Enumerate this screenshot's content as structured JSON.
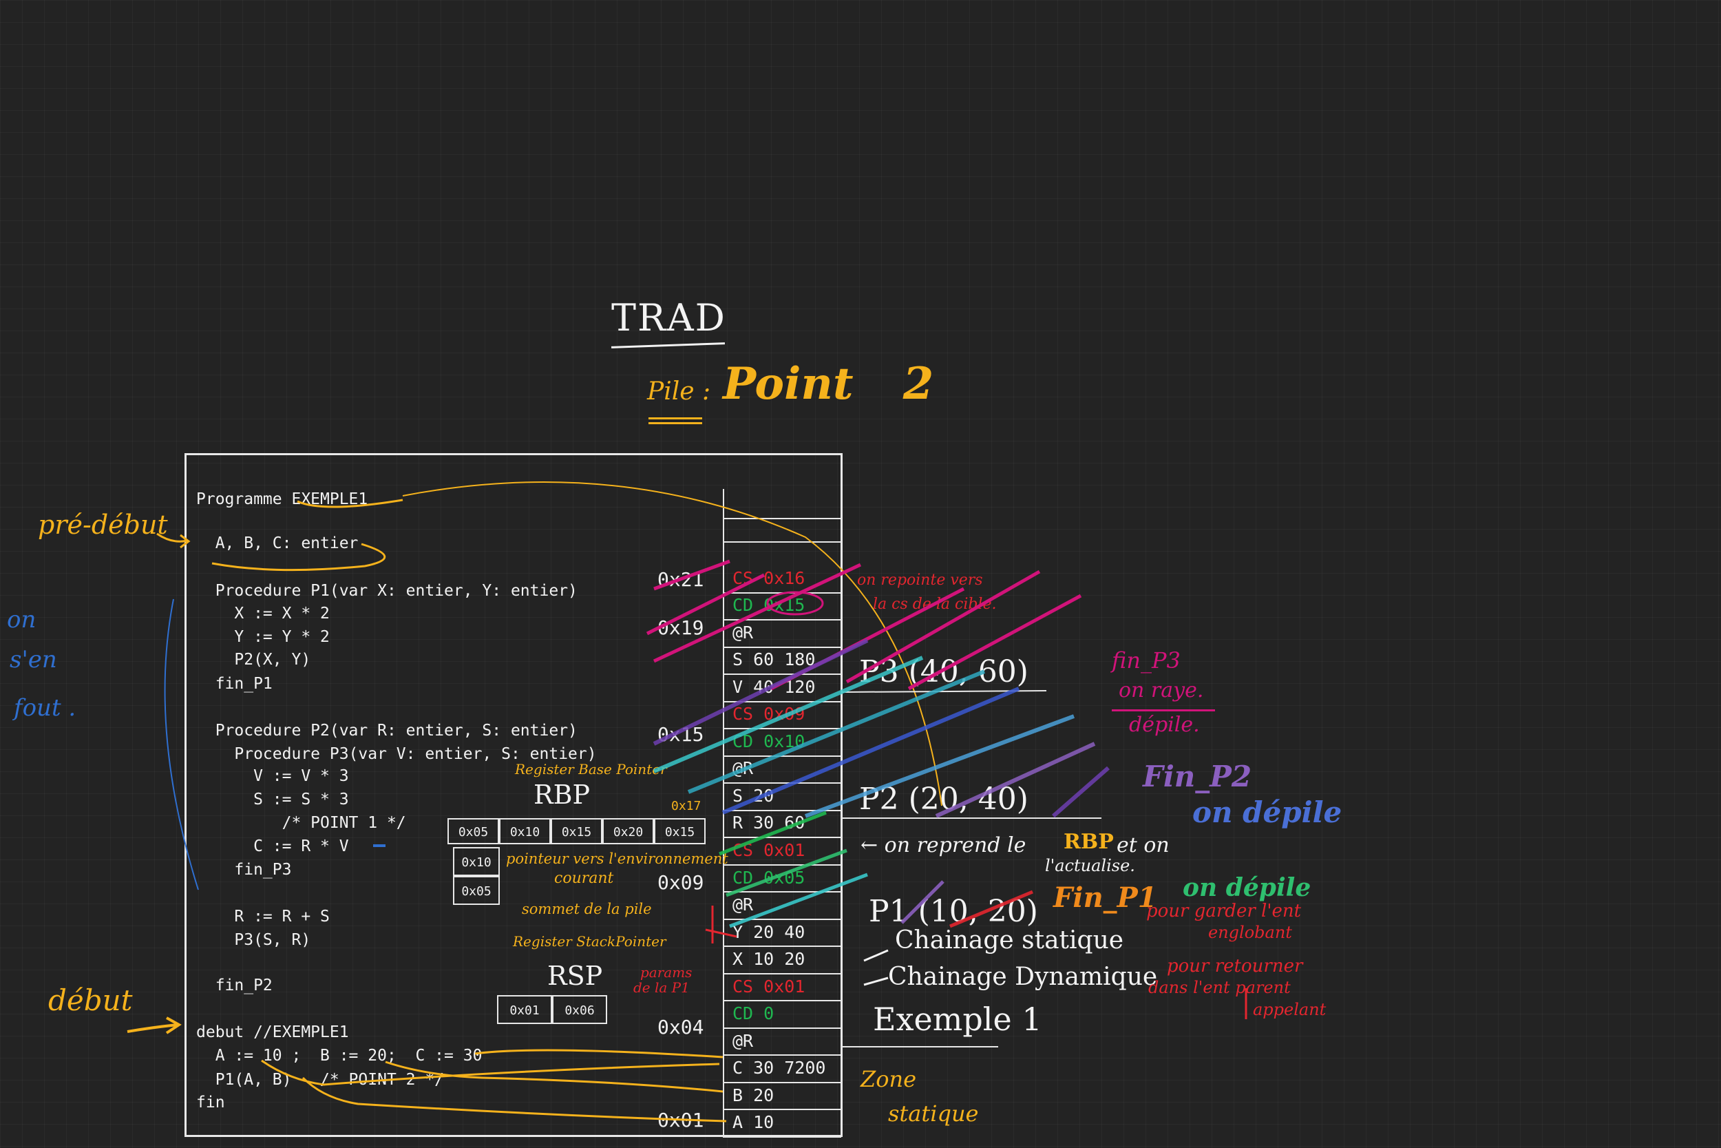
{
  "title": "TRAD",
  "subtitle": {
    "prefix": "Pile :",
    "main": "Point 2"
  },
  "code": [
    "Programme EXEMPLE1",
    "  A, B, C: entier",
    "  Procedure P1(var X: entier, Y: entier)",
    "    X := X * 2",
    "    Y := Y * 2",
    "    P2(X, Y)",
    "  fin_P1",
    "  Procedure P2(var R: entier, S: entier)",
    "    Procedure P3(var V: entier, S: entier)",
    "      V := V * 3",
    "      S := S * 3",
    "         /* POINT 1 */",
    "      C := R * V",
    "    fin_P3",
    "    R := R + S",
    "    P3(S, R)",
    "  fin_P2",
    "debut //EXEMPLE1",
    "  A := 10 ;  B := 20;  C := 30",
    "  P1(A, B)   /* POINT 2 */",
    "fin"
  ],
  "left_notes": {
    "pre_debut": "pré-début",
    "on_sen_fout": [
      "on",
      "s'en",
      "fout ."
    ],
    "debut": "début"
  },
  "stack": {
    "cells": [
      {
        "text": "CS  0x16"
      },
      {
        "text": "CD  0x15"
      },
      {
        "text": "@R"
      },
      {
        "text": "S  60 180"
      },
      {
        "text": "V  40  120"
      },
      {
        "text": "CS  0x09"
      },
      {
        "text": "CD  0x10"
      },
      {
        "text": "@R"
      },
      {
        "text": "S  20"
      },
      {
        "text": "R  30 60"
      },
      {
        "text": "CS  0x01"
      },
      {
        "text": "CD  0x05"
      },
      {
        "text": "@R"
      },
      {
        "text": "Y  20 40"
      },
      {
        "text": "X  10 20"
      },
      {
        "text": "CS  0x01"
      },
      {
        "text": "CD  0"
      },
      {
        "text": "@R"
      },
      {
        "text": "C  30  7200"
      },
      {
        "text": "B  20"
      },
      {
        "text": "A  10"
      }
    ],
    "addresses": [
      "0x21",
      "0x19",
      "0x15",
      "0x17",
      "0x09",
      "0x04",
      "0x01"
    ]
  },
  "frame_labels": {
    "p3": "P3 (40, 60)",
    "p2": "P2 (20, 40)",
    "p1": "P1 (10, 20)",
    "exemple": "Exemple 1",
    "chainage_statique": "Chainage  statique",
    "chainage_dynamique": "Chainage  Dynamique",
    "zone_statique": [
      "Zone",
      "statique"
    ]
  },
  "annotations": {
    "rbp_title": "Register Base Pointer",
    "rbp": "RBP",
    "rbp_cells": [
      "0x05",
      "0x10",
      "0x15",
      "0x20",
      "0x15"
    ],
    "rbp_stack": [
      "0x10",
      "0x05"
    ],
    "pointeur": [
      "pointeur vers l'environnement",
      "courant"
    ],
    "sommet": "sommet de la pile",
    "rsp_title": "Register StackPointer",
    "rsp": "RSP",
    "rsp_cells": [
      "0x01",
      "0x06"
    ],
    "params": [
      "params",
      "de la P1"
    ],
    "repointe": [
      "on repointe vers",
      "la cs de la cible."
    ],
    "fin_p3": [
      "fin_P3",
      "on raye.",
      "dépile."
    ],
    "fin_p2": [
      "Fin_P2",
      "on dépile"
    ],
    "reprend": [
      "← on reprend le",
      "RBP",
      "et on",
      "l'actualise."
    ],
    "fin_p1": "Fin_P1",
    "on_depile": "on dépile",
    "pour_garder": [
      "pour garder l'ent",
      "englobant"
    ],
    "pour_retourner": [
      "pour retourner",
      "dans l'ent parent",
      "appelant"
    ]
  },
  "colors": {
    "background": "#232323",
    "accent_yellow": "#f5b21c",
    "red": "#e3262f",
    "green": "#1fb850",
    "magenta": "#d1137a",
    "blue_ink": "#2f6fd0",
    "cyan": "#39c7c9"
  }
}
